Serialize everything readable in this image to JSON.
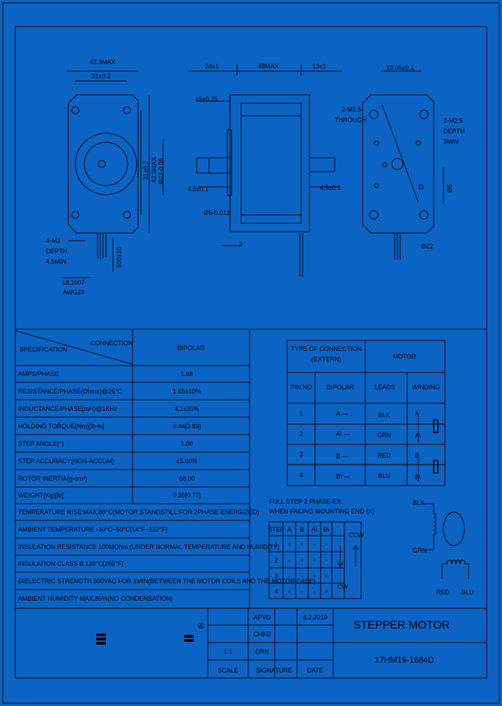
{
  "drawing": {
    "front_view": {
      "dim_width_max": "42.3MAX",
      "dim_hole_spacing": "31±0.2",
      "dim_height_hole": "31±0.2",
      "dim_height_max": "42.3MAX",
      "screw_note": [
        "4-M3",
        "DEPTH",
        "4.5MIN"
      ],
      "lead_dim": "500±10",
      "wire_note": [
        "UL1007",
        "AWG24"
      ]
    },
    "side_view": {
      "dim_shaft_len": "24±1",
      "dim_body_len": "48MAX",
      "dim_rear_len": "13±1",
      "dim_flat": "15±0.25",
      "dim_boss": "Ø22-0.05",
      "dim_flat_depth": "4.5±0.1",
      "dim_shaft_dia": "Ø5-0.012",
      "dim_boss_height": "2"
    },
    "rear_view": {
      "dim_bolt": "19.05±0.1",
      "through_note": [
        "2-M2.5",
        "THROUGH"
      ],
      "depth_note": [
        "2-M2.5",
        "DEPTH",
        "3MIN"
      ],
      "dim_flat_rear": "4.5±0.1",
      "dim_rear_shaft": "Ø5",
      "dim_hole_dia": "Ø22"
    }
  },
  "spec_table": {
    "header_connection": "CONNECTION",
    "header_specification": "SPECIFICATION",
    "header_bipolar": "BIPOLAR",
    "rows": [
      {
        "label": "AMPS/PHASE",
        "value": "1.68"
      },
      {
        "label": "RESISTANCE/PHASE(Ohms)@25°C",
        "value": "1.65±10%"
      },
      {
        "label": "INDUCTANCE/PHASE(mH)@1KHz",
        "value": "4.1±20%"
      },
      {
        "label": "HOLDING TORQUE(Nm)[lb-in]",
        "value": "0.44[3.89]"
      },
      {
        "label": "STEP ANGLE(°)",
        "value": "1.80"
      },
      {
        "label": "STEP ACCURACY(NON-ACCUM)",
        "value": "±5.00%"
      },
      {
        "label": "ROTOR INERTIA(g-cm²)",
        "value": "68.00"
      },
      {
        "label": "WEIGHT(Kg)[lb]",
        "value": "0.35[0.77]"
      }
    ],
    "notes": [
      "TEMPERATURE RISE:MAX.80°C(MOTOR STANDSTILL;FOR 2PHASE ENERGIZED)",
      "AMBIENT TEMPERATURE -10°C~50°C[14°F~122°F]",
      "INSULATION RESISTANCE 100MOhm (UNDER NORMAL TEMPERATURE AND HUMIDITY)",
      "INSULATION CLASS B 130°C[266°F]",
      "DIELECTRIC STRENGTH 500VAC FOR 1MIN(BETWEEN THE MOTOR COILS AND THE MOTOR CASE)",
      "AMBIENT HUMIDITY MAX.85%(NO CONDENSATION)"
    ]
  },
  "connection_table": {
    "header_type": [
      "TYPE OF CONNECTION",
      "(EXTERN)"
    ],
    "header_motor": "MOTOR",
    "col_pin": "PIN NO",
    "col_bipolar": "BIPOLAR",
    "col_leads": "LEADS",
    "col_winding": "WINDING",
    "rows": [
      {
        "pin": "1",
        "bipolar": "A —",
        "lead": "BLK",
        "winding": "A"
      },
      {
        "pin": "2",
        "bipolar": "A\\ —",
        "lead": "GRN",
        "winding": "A\\"
      },
      {
        "pin": "3",
        "bipolar": "B —",
        "lead": "RED",
        "winding": "B"
      },
      {
        "pin": "4",
        "bipolar": "B\\ —",
        "lead": "BLU",
        "winding": "B\\"
      }
    ]
  },
  "full_step": {
    "title": [
      "FULL STEP 2 PHASE-EX.",
      "WHEN FACING MOUNTING END (X)"
    ],
    "headers": [
      "STEP",
      "A",
      "B",
      "A\\",
      "B\\"
    ],
    "rows": [
      [
        "1",
        "+",
        "+",
        "-",
        "-"
      ],
      [
        "2",
        "-",
        "+",
        "+",
        "-"
      ],
      [
        "3",
        "-",
        "-",
        "+",
        "+"
      ],
      [
        "4",
        "+",
        "-",
        "-",
        "+"
      ]
    ],
    "ccw": "CCW",
    "cw": "CW"
  },
  "wiring": {
    "blk": "BLK",
    "grn": "GRN",
    "red": "RED",
    "blu": "BLU"
  },
  "title_block": {
    "apvd": "APVD",
    "chkd": "CHKD",
    "drn": "DRN",
    "date_value": "4.2.2019",
    "scale_value": "1:1",
    "scale": "SCALE",
    "signature": "SIGNATURE",
    "date": "DATE",
    "title": "STEPPER MOTOR",
    "part_no": "17HM19-1684D",
    "registered_mark": "®"
  },
  "colors": {
    "background": "#0b64c4",
    "ink": "#000000"
  }
}
